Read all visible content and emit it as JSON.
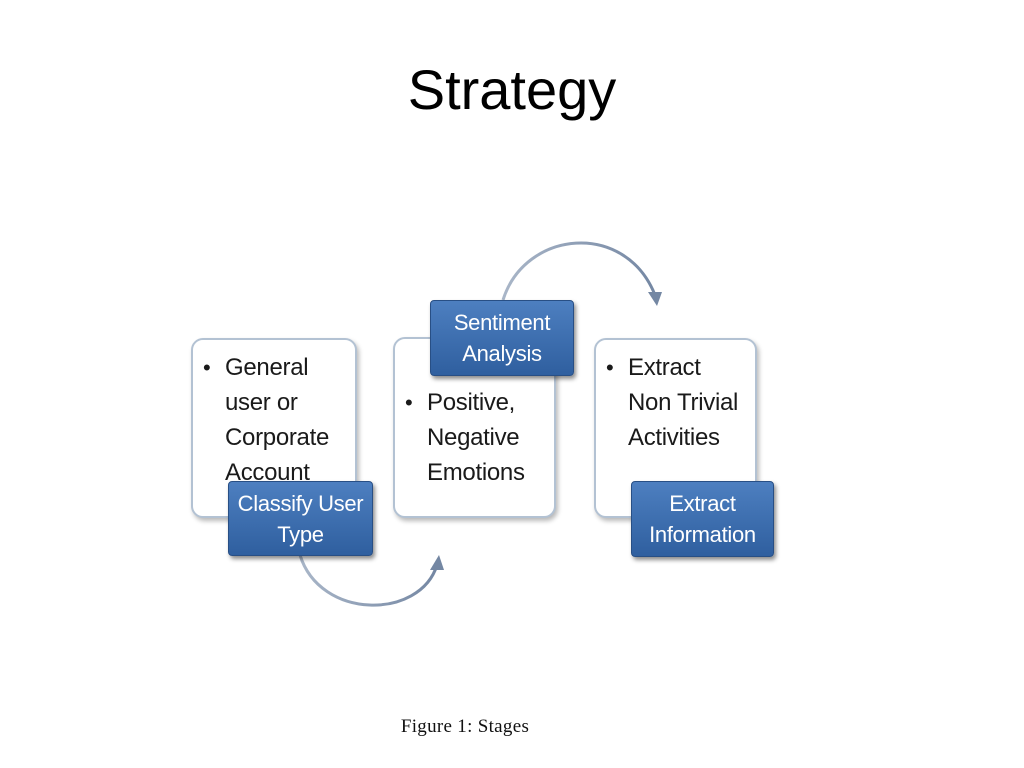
{
  "slide": {
    "title": "Strategy"
  },
  "diagram": {
    "stages": [
      {
        "label_line1": "Classify User",
        "label_line2": "Type",
        "bullet": "General user or Corporate Account"
      },
      {
        "label_line1": "Sentiment",
        "label_line2": "Analysis",
        "bullet": "Positive, Negative Emotions"
      },
      {
        "label_line1": "Extract",
        "label_line2": "Information",
        "bullet": "Extract Non Trivial Activities"
      }
    ],
    "colors": {
      "label_fill": "#3a6cad",
      "card_border": "#b3c2d3",
      "arrow": "#8a9bb3"
    }
  },
  "figure": {
    "caption": "Figure 1:  Stages"
  }
}
